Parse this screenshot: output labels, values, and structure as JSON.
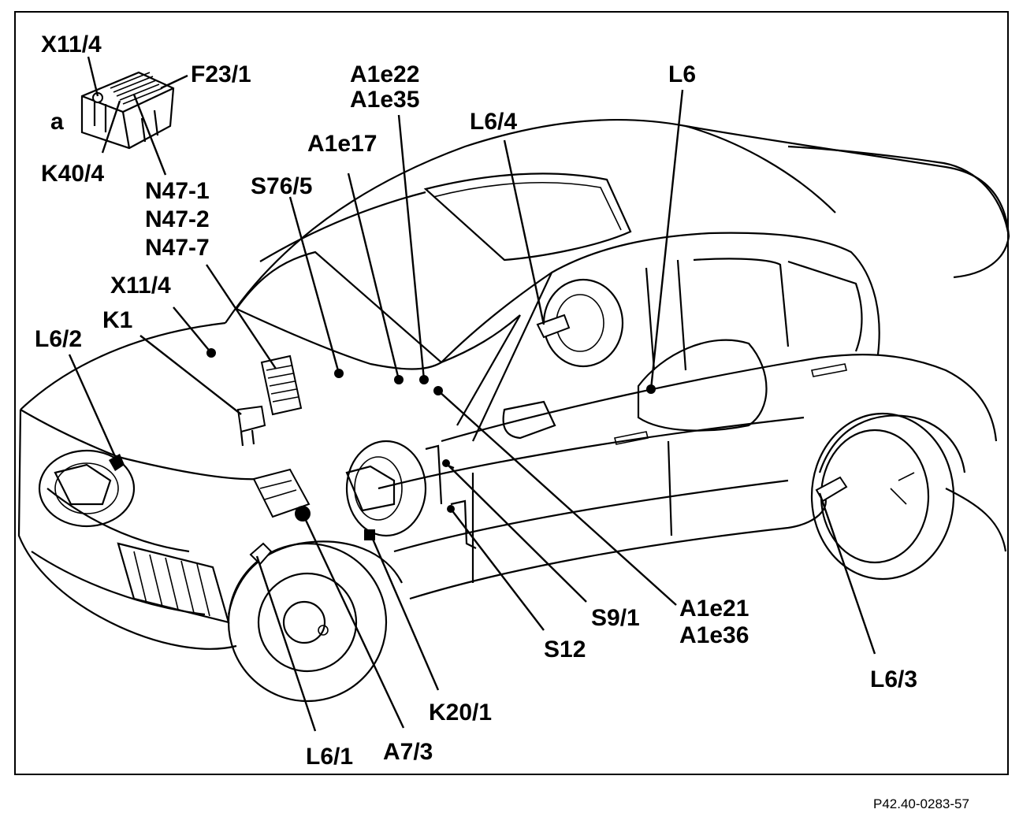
{
  "figure_id": "P42.40-0283-57",
  "inset_label": "a",
  "labels": {
    "x11_4_top": "X11/4",
    "f23_1": "F23/1",
    "k40_4": "K40/4",
    "n47": [
      "N47-1",
      "N47-2",
      "N47-7"
    ],
    "x11_4": "X11/4",
    "k1": "K1",
    "l6_2": "L6/2",
    "s76_5": "S76/5",
    "a1e17": "A1e17",
    "a1e22": "A1e22",
    "a1e35": "A1e35",
    "l6_4": "L6/4",
    "l6": "L6",
    "a1e21": "A1e21",
    "a1e36": "A1e36",
    "s9_1": "S9/1",
    "s12": "S12",
    "k20_1": "K20/1",
    "a7_3": "A7/3",
    "l6_1": "L6/1",
    "l6_3": "L6/3"
  }
}
